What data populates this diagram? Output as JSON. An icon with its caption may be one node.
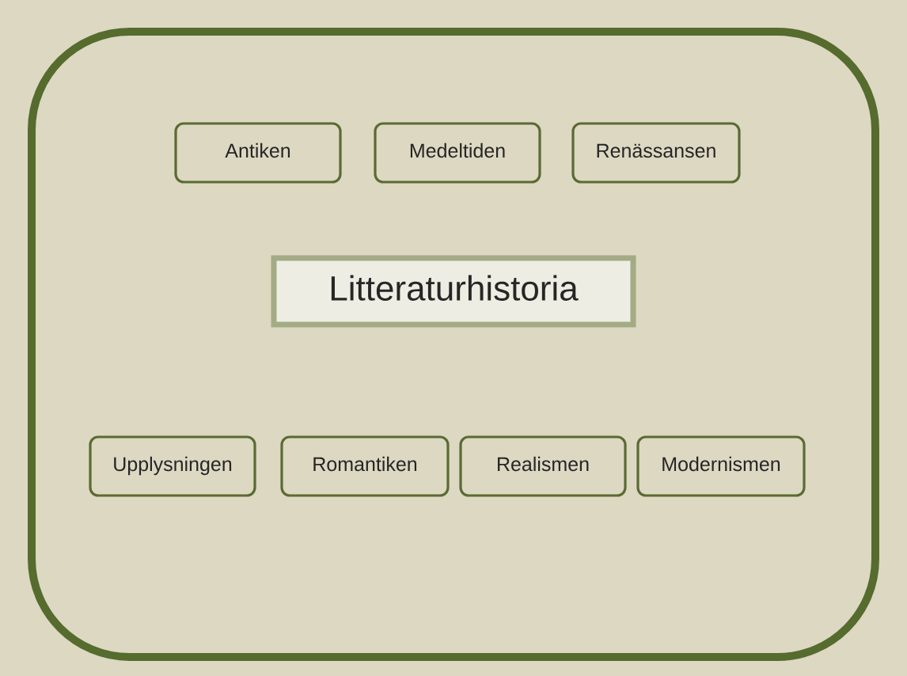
{
  "diagram": {
    "nodes": [
      {
        "text": [
          "Antiken"
        ]
      },
      {
        "text": [
          "Medeltiden"
        ]
      },
      {
        "text": [
          "Renässansen"
        ]
      },
      {
        "text": [
          "Litteraturhistoria"
        ]
      },
      {
        "text": [
          "Upplysningen"
        ]
      },
      {
        "text": [
          "Romantiken"
        ]
      },
      {
        "text": [
          "Realismen"
        ]
      },
      {
        "text": [
          "Modernismen"
        ]
      }
    ]
  }
}
